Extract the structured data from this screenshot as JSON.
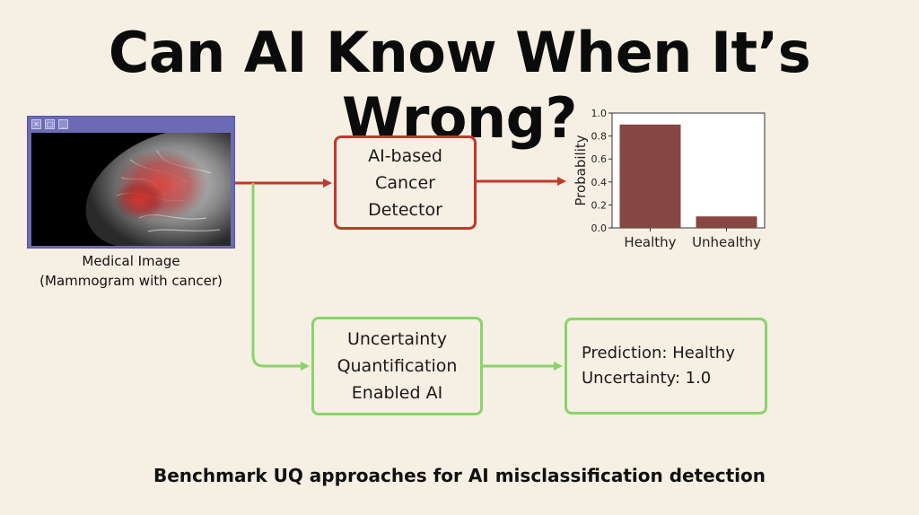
{
  "title": "Can AI Know When It’s Wrong?",
  "footer": "Benchmark UQ approaches for AI misclassification detection",
  "image_window": {
    "caption_line1": "Medical Image",
    "caption_line2": "(Mammogram with cancer)"
  },
  "detector_box": {
    "line1": "AI-based",
    "line2": "Cancer",
    "line3": "Detector"
  },
  "uq_box": {
    "line1": "Uncertainty",
    "line2": "Quantification",
    "line3": "Enabled AI"
  },
  "prediction_box": {
    "line1": "Prediction: Healthy",
    "line2": "Uncertainty: 1.0"
  },
  "colors": {
    "red_arrow": "#c0392b",
    "green_arrow": "#8ad46a",
    "bar": "#864641"
  },
  "chart_data": {
    "type": "bar",
    "categories": [
      "Healthy",
      "Unhealthy"
    ],
    "values": [
      0.9,
      0.1
    ],
    "ylabel": "Probability",
    "ylim": [
      0,
      1.0
    ],
    "yticks": [
      0.0,
      0.2,
      0.4,
      0.6,
      0.8,
      1.0
    ]
  }
}
